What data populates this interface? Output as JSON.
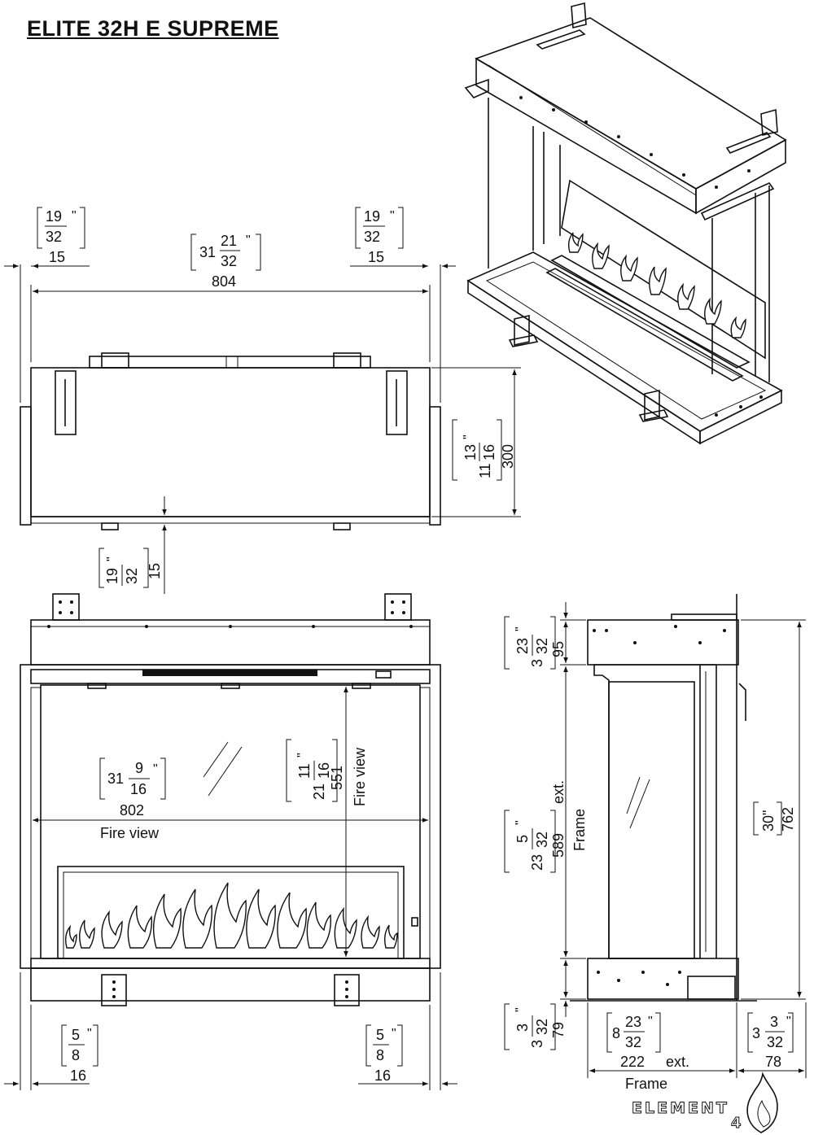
{
  "title": "ELITE 32H E SUPREME",
  "brand": {
    "name": "ELEMENT",
    "suffix": "4"
  },
  "top_view": {
    "left_side": {
      "inch_num": "19",
      "inch_den": "32",
      "mm": "15"
    },
    "width": {
      "inch_whole": "31",
      "inch_num": "21",
      "inch_den": "32",
      "mm": "804"
    },
    "right_side": {
      "inch_num": "19",
      "inch_den": "32",
      "mm": "15"
    },
    "depth": {
      "inch_whole": "11",
      "inch_num": "13",
      "inch_den": "16",
      "mm": "300"
    },
    "front_lip": {
      "inch_num": "19",
      "inch_den": "32",
      "mm": "15"
    }
  },
  "front_view": {
    "fire_width": {
      "inch_whole": "31",
      "inch_num": "9",
      "inch_den": "16",
      "mm": "802",
      "label": "Fire view"
    },
    "fire_height": {
      "inch_whole": "21",
      "inch_num": "11",
      "inch_den": "16",
      "mm": "551",
      "label": "Fire view"
    },
    "left_side": {
      "inch_num": "5",
      "inch_den": "8",
      "mm": "16"
    },
    "right_side": {
      "inch_num": "5",
      "inch_den": "8",
      "mm": "16"
    }
  },
  "side_view": {
    "top": {
      "inch_whole": "3",
      "inch_num": "23",
      "inch_den": "32",
      "mm": "95"
    },
    "frame": {
      "inch_whole": "23",
      "inch_num": "5",
      "inch_den": "32",
      "mm": "589",
      "label": "Frame",
      "ext": "ext."
    },
    "bottom": {
      "inch_whole": "3",
      "inch_num": "3",
      "inch_den": "32",
      "mm": "79"
    },
    "total_height": {
      "inch": "30\"",
      "mm": "762"
    },
    "depth": {
      "inch_whole": "8",
      "inch_num": "23",
      "inch_den": "32",
      "mm": "222",
      "label": "Frame",
      "ext": "ext."
    },
    "rear": {
      "inch_whole": "3",
      "inch_num": "3",
      "inch_den": "32",
      "mm": "78"
    }
  }
}
